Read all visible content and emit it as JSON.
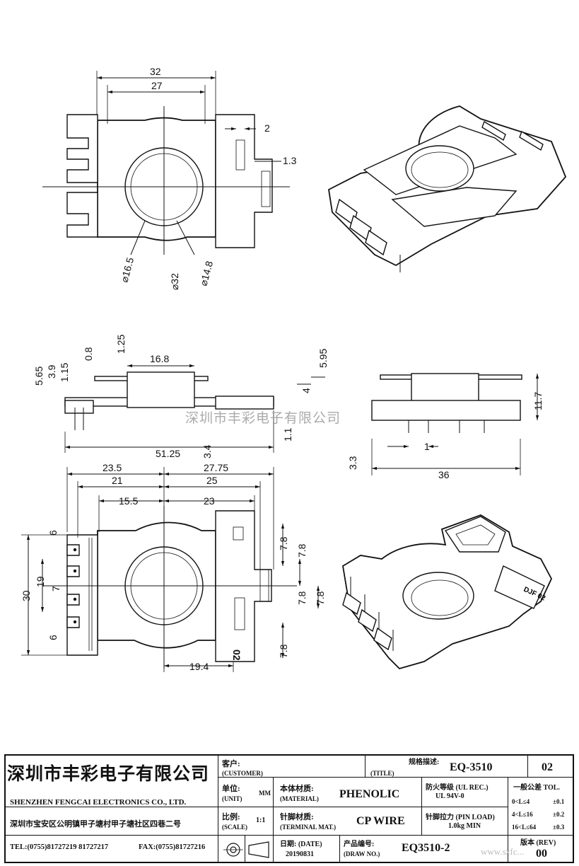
{
  "watermark": "深圳市丰彩电子有限公司",
  "top_view": {
    "dims": [
      "32",
      "27",
      "2",
      "1.3"
    ],
    "diameters": [
      "⌀16.5",
      "⌀32",
      "⌀14.8"
    ]
  },
  "side_view": {
    "dims": [
      "0.8",
      "1.25",
      "16.8",
      "5.95",
      "5.65",
      "3.9",
      "1.15",
      "4",
      "51.25",
      "3.4",
      "1.1"
    ]
  },
  "front_view": {
    "dims": [
      "11.7",
      "3.3",
      "1",
      "36"
    ]
  },
  "bottom_view": {
    "dims": [
      "23.5",
      "27.75",
      "21",
      "25",
      "15.5",
      "23",
      "6",
      "19",
      "30",
      "7",
      "6",
      "7.8",
      "7.8",
      "7.8",
      "7.8",
      "7.8",
      "19.4"
    ],
    "part_mark": "02"
  },
  "iso_bottom_mark": "DJF 02",
  "title_block": {
    "company_cn": "深圳市丰彩电子有限公司",
    "company_en": "SHENZHEN FENGCAI ELECTRONICS CO., LTD.",
    "address": "深圳市宝安区公明镇甲子塘村甲子塘社区四巷二号",
    "tel": "TEL:(0755)81727219  81727217",
    "fax": "FAX:(0755)81727216",
    "customer_label": "客户:",
    "customer_label_en": "(CUSTOMER)",
    "title_label": "规格描述:",
    "title_label_en": "(TITLE)",
    "title_value": "EQ-3510",
    "sheet_code": "02",
    "unit_label": "单位:",
    "unit_label_en": "(UNIT)",
    "unit_value": "MM",
    "material_label": "本体材质:",
    "material_label_en": "(MATERIAL)",
    "material_value": "PHENOLIC",
    "flame_label": "防火等级 (UL REC.)",
    "flame_value": "UL 94V-0",
    "tol_label": "一般公差 TOL.",
    "tol_rows": [
      {
        "range": "0<L≤4",
        "tol": "±0.1"
      },
      {
        "range": "4<L≤16",
        "tol": "±0.2"
      },
      {
        "range": "16<L≤64",
        "tol": "±0.3"
      }
    ],
    "scale_label": "比例:",
    "scale_label_en": "(SCALE)",
    "scale_value": "1:1",
    "terminal_label": "针脚材质:",
    "terminal_label_en": "(TERMINAL MAT.)",
    "terminal_value": "CP WIRE",
    "pin_label": "针脚拉力 (PIN LOAD)",
    "pin_value": "1.0kg MIN",
    "date_label": "日期: (DATE)",
    "date_value": "20190831",
    "drawno_label": "产品编号:",
    "drawno_label_en": "(DRAW NO.)",
    "drawno_value": "EQ3510-2",
    "rev_label": "版本 (REV)",
    "rev_value": "00",
    "website": "www.szfc..."
  }
}
